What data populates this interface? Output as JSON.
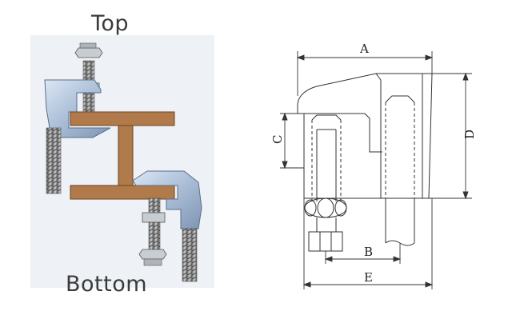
{
  "labels": {
    "top": "Top",
    "bottom": "Bottom"
  },
  "dimensions": {
    "a": "A",
    "b": "B",
    "c": "C",
    "d": "D",
    "e": "E"
  }
}
